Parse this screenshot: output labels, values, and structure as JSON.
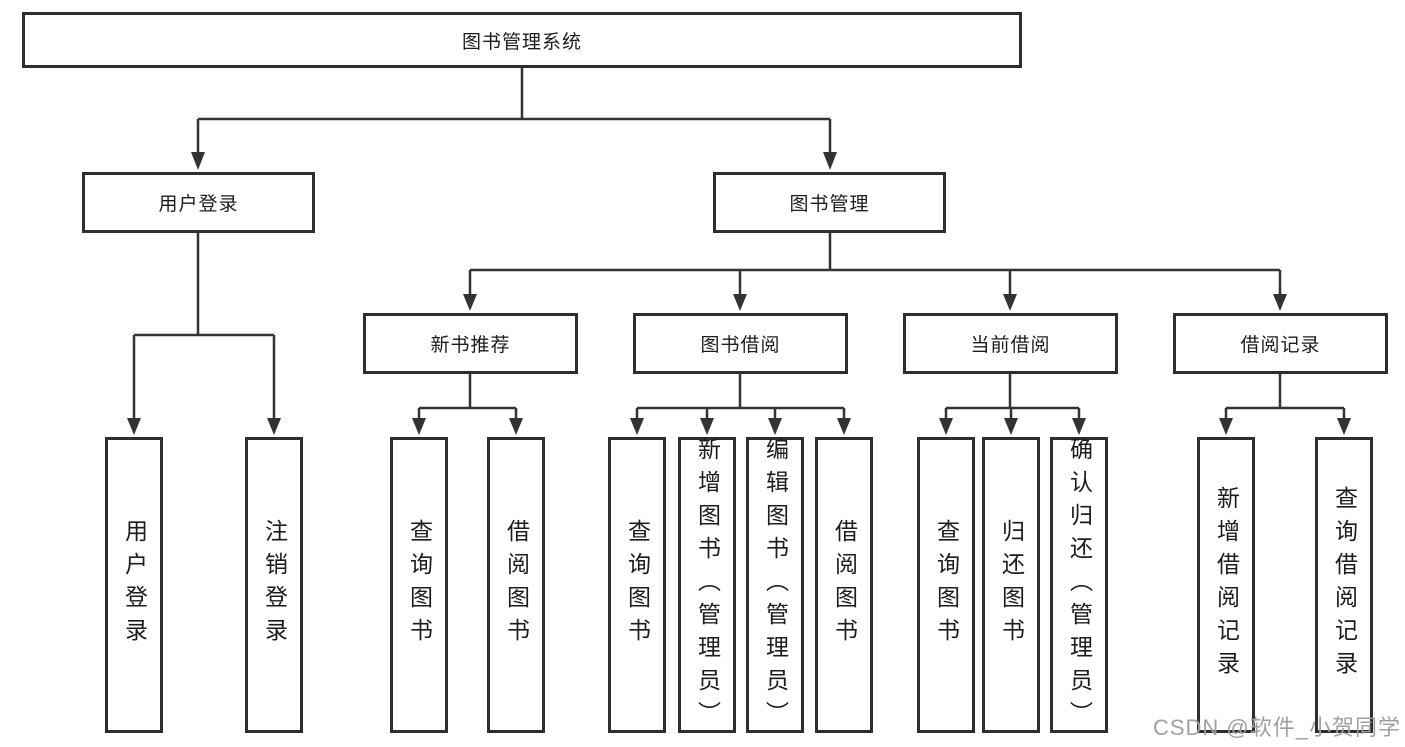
{
  "root": {
    "label": "图书管理系统"
  },
  "user_login": {
    "label": "用户登录",
    "children": [
      "用户登录",
      "注销登录"
    ]
  },
  "book_mgmt": {
    "label": "图书管理",
    "sections": [
      {
        "label": "新书推荐",
        "children": [
          "查询图书",
          "借阅图书"
        ]
      },
      {
        "label": "图书借阅",
        "children": [
          "查询图书",
          "新增图书（管理员）",
          "编辑图书（管理员）",
          "借阅图书"
        ]
      },
      {
        "label": "当前借阅",
        "children": [
          "查询图书",
          "归还图书",
          "确认归还（管理员）"
        ]
      },
      {
        "label": "借阅记录",
        "children": [
          "新增借阅记录",
          "查询借阅记录"
        ]
      }
    ]
  },
  "watermark": {
    "text": "CSDN @软件_小贺同学"
  },
  "colors": {
    "line": "#333333",
    "box_border": "#2e2e2e",
    "text": "#1c1c1c",
    "watermark": "#a0a0a0",
    "background": "#ffffff"
  }
}
